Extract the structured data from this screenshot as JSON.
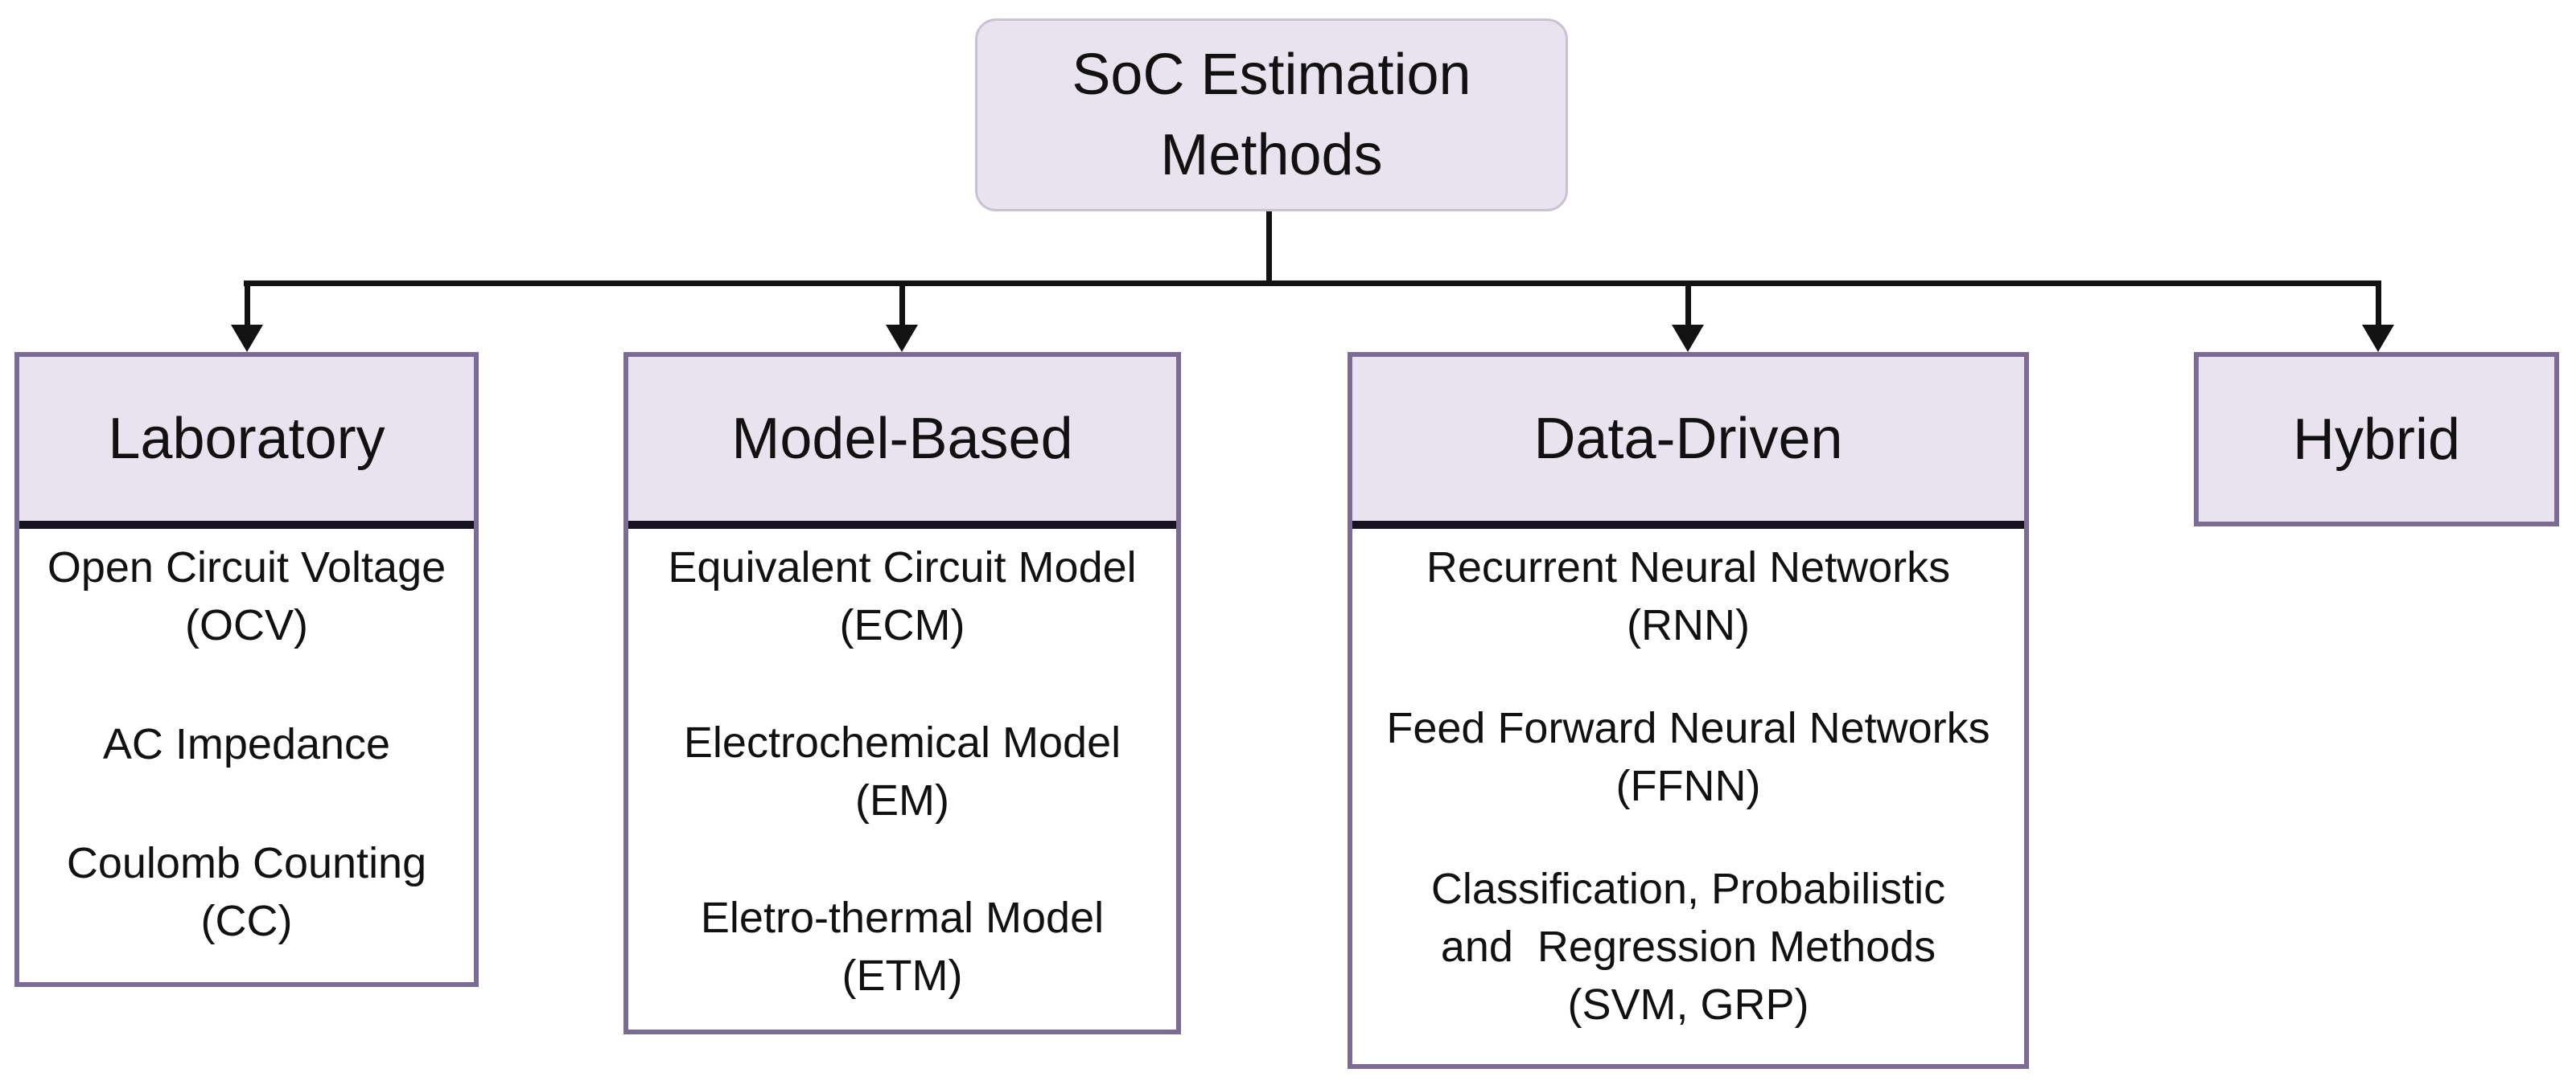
{
  "root_box": {
    "line1": "SoC Estimation",
    "line2": "Methods"
  },
  "branches": [
    {
      "title": "Laboratory",
      "groups": [
        [
          "Open Circuit Voltage",
          "(OCV)"
        ],
        [
          "AC Impedance"
        ],
        [
          "Coulomb Counting",
          "(CC)"
        ]
      ]
    },
    {
      "title": "Model-Based",
      "groups": [
        [
          "Equivalent Circuit Model",
          "(ECM)"
        ],
        [
          "Electrochemical Model",
          "(EM)"
        ],
        [
          "Eletro-thermal Model",
          "(ETM)"
        ]
      ]
    },
    {
      "title": "Data-Driven",
      "groups": [
        [
          "Recurrent Neural Networks",
          "(RNN)"
        ],
        [
          "Feed Forward Neural Networks",
          "(FFNN)"
        ],
        [
          "Classification, Probabilistic",
          "and  Regression Methods",
          "(SVM, GRP)"
        ]
      ]
    },
    {
      "title": "Hybrid",
      "groups": []
    }
  ],
  "colors": {
    "box_fill": "#e8e3ef",
    "box_border": "#7c6b94",
    "root_border": "#c8c2d2",
    "separator": "#17121f",
    "line_color": "#121212"
  }
}
